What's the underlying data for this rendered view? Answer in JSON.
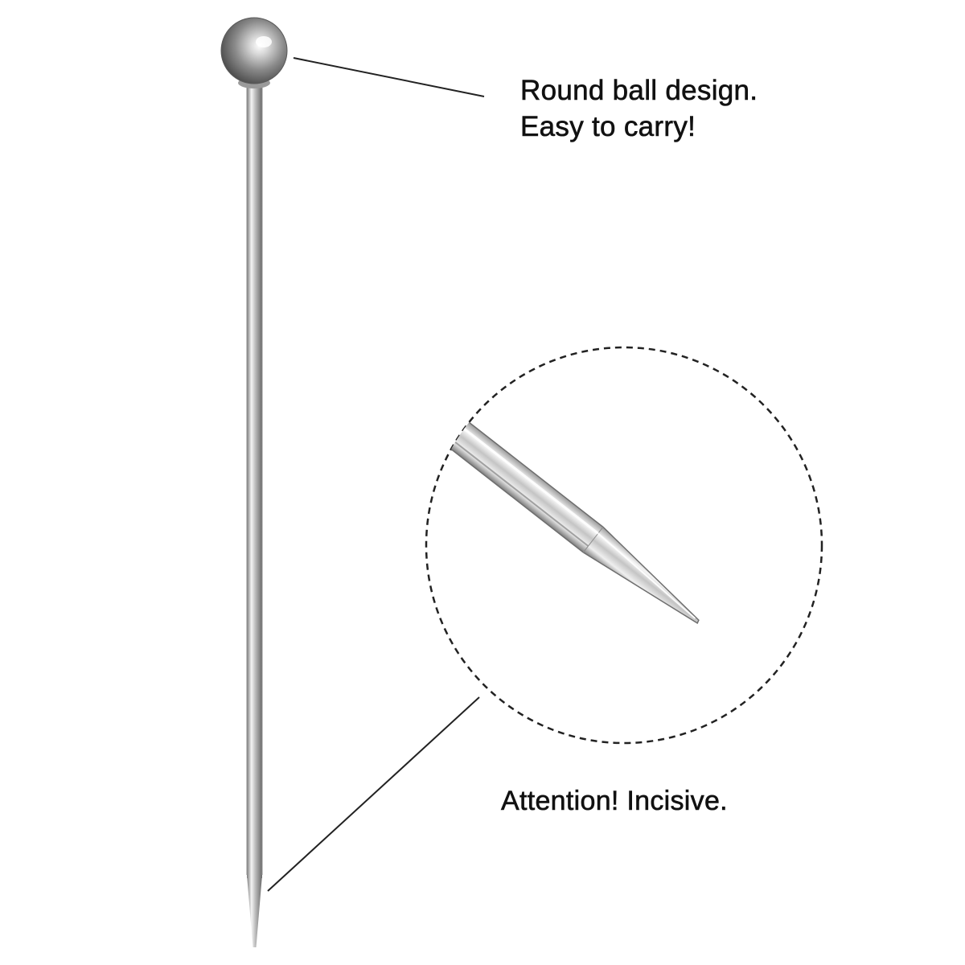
{
  "captions": {
    "ball_line_1": "Round ball design.",
    "ball_line_2": "Easy to carry!",
    "tip": "Attention! Incisive."
  },
  "colors": {
    "background": "#ffffff",
    "text": "#111111",
    "leader_line": "#222222",
    "dashed_circle": "#222222",
    "steel_light": "#f2f2f2",
    "steel_mid": "#b8b8b8",
    "steel_dark": "#6e6e6e"
  }
}
